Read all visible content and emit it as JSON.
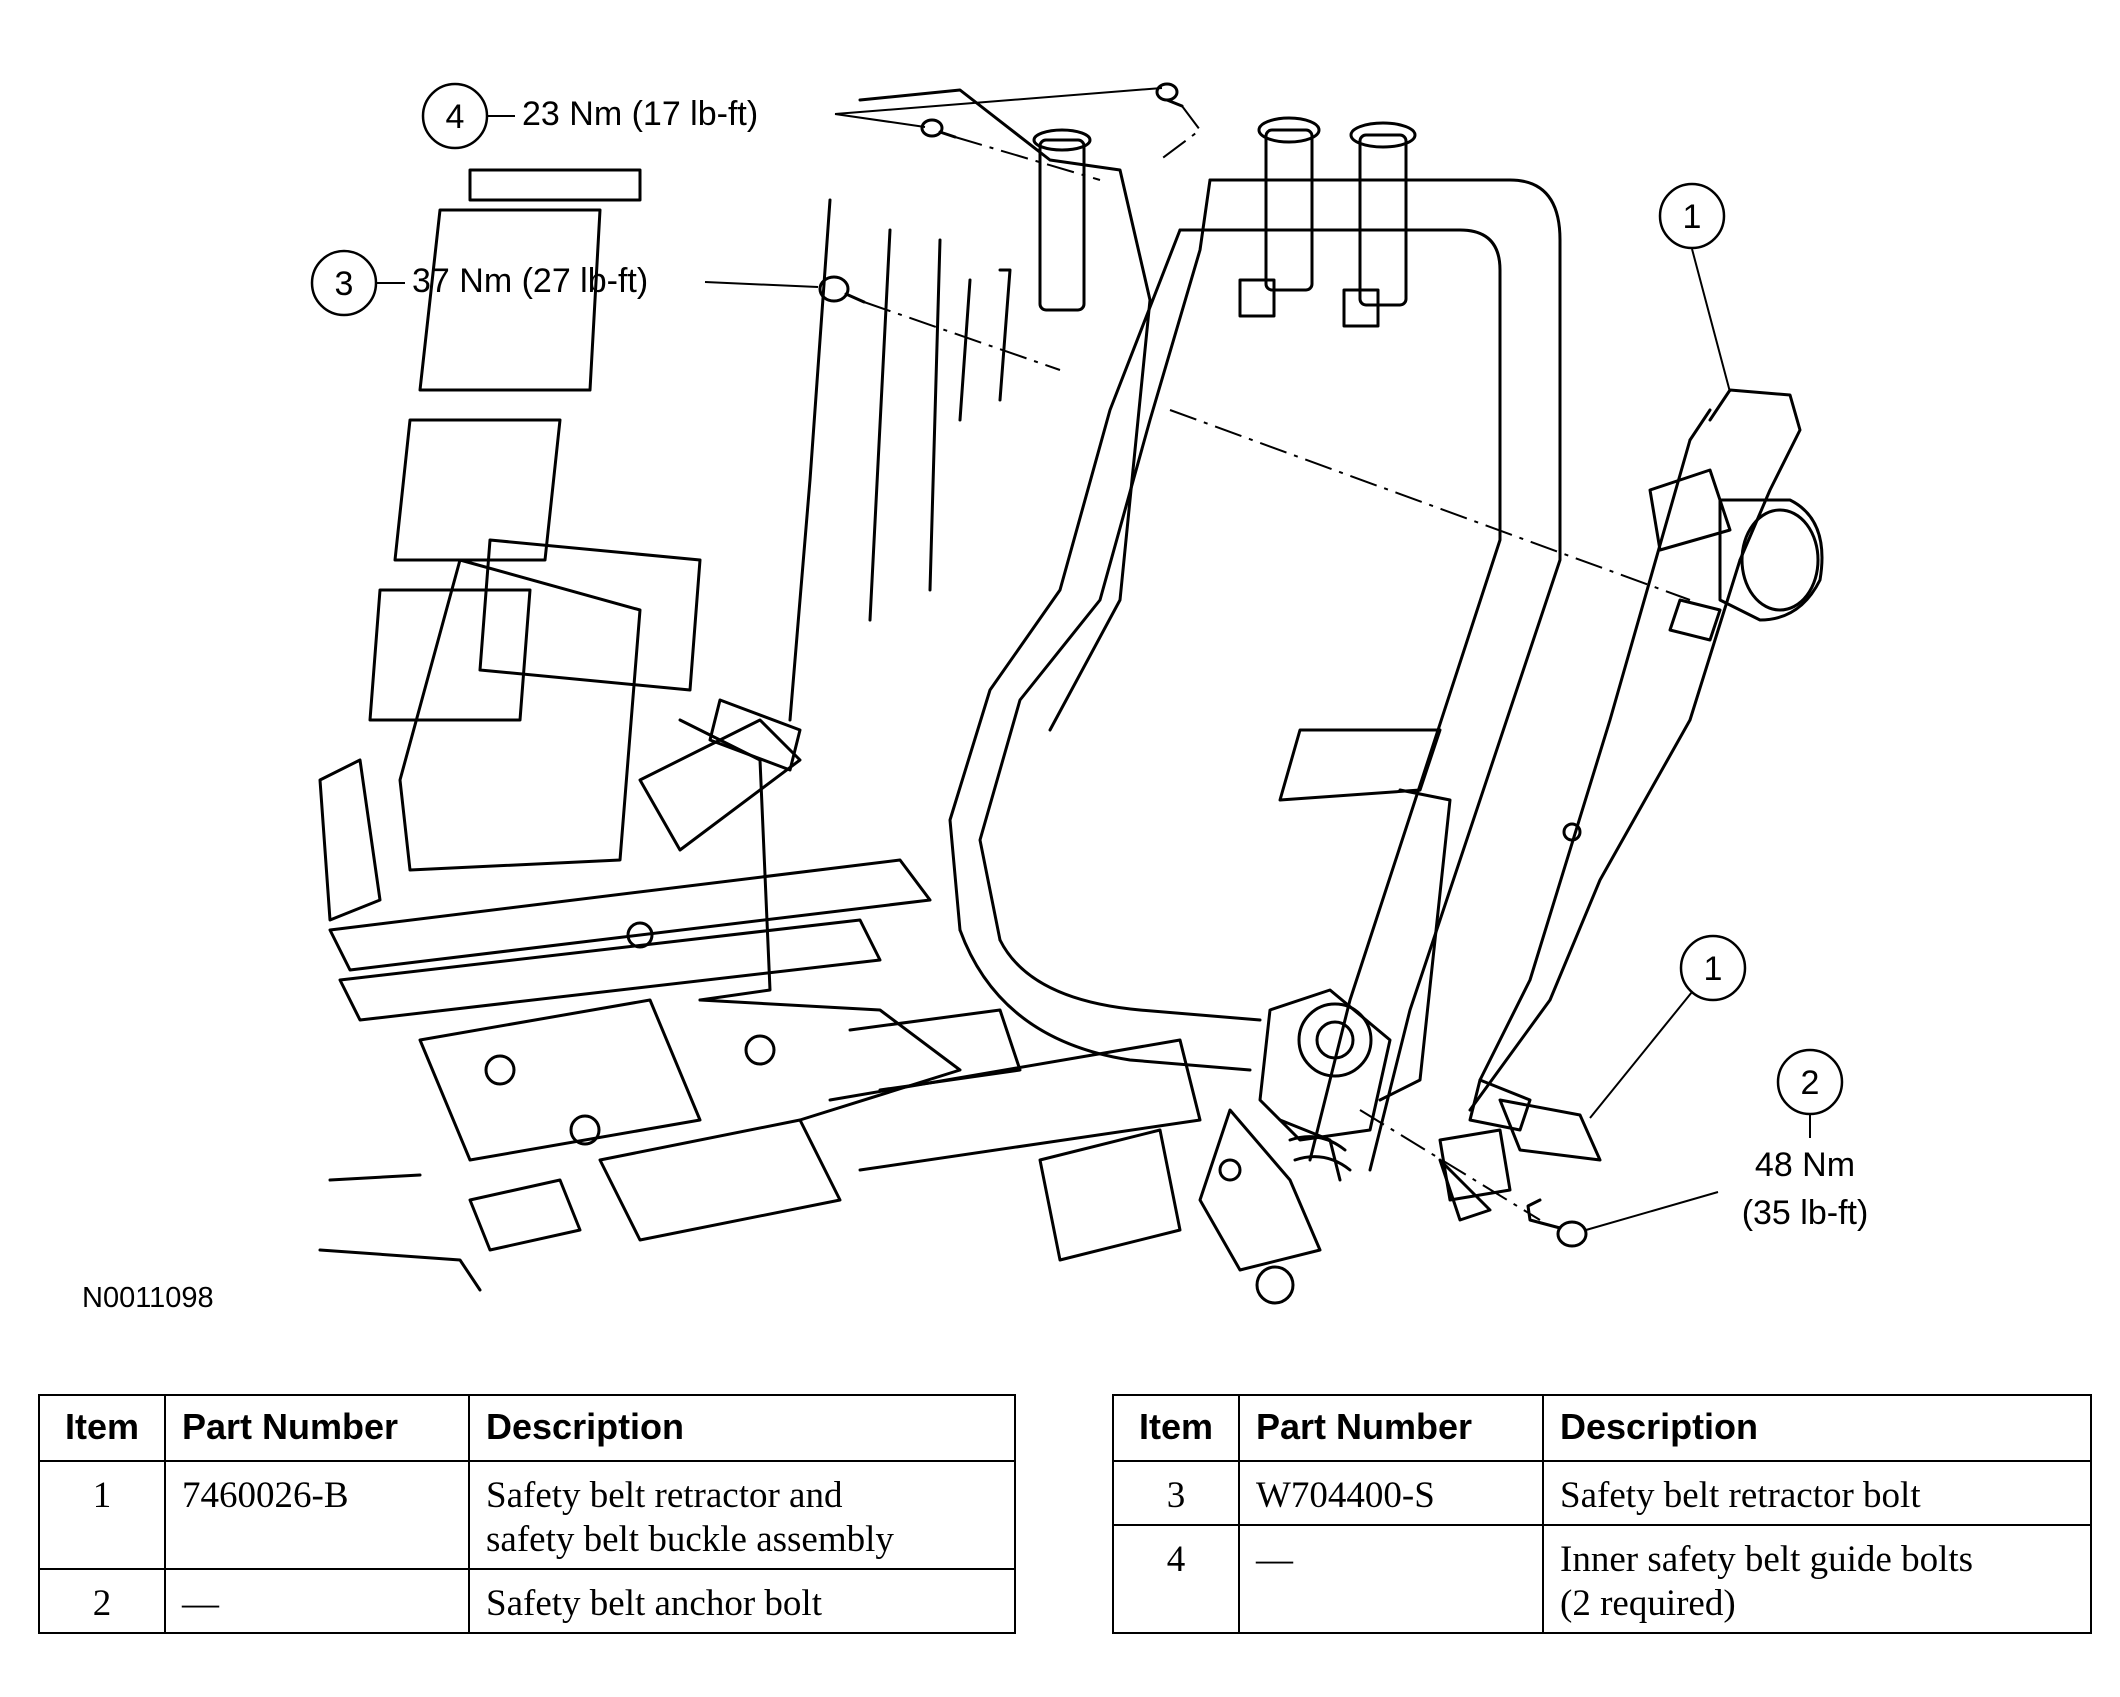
{
  "figure_id": "N0011098",
  "callouts": {
    "c4": {
      "number": "4",
      "torque": "23 Nm (17 lb-ft)"
    },
    "c3": {
      "number": "3",
      "torque": "37 Nm (27 lb-ft)"
    },
    "c1a": {
      "number": "1"
    },
    "c1b": {
      "number": "1"
    },
    "c2": {
      "number": "2",
      "torque_line1": "48 Nm",
      "torque_line2": "(35 lb-ft)"
    }
  },
  "tables": {
    "headers": {
      "item": "Item",
      "part_number": "Part Number",
      "description": "Description"
    },
    "left": [
      {
        "item": "1",
        "part_number": "7460026-B",
        "description_line1": "Safety belt retractor and",
        "description_line2": "safety belt buckle assembly"
      },
      {
        "item": "2",
        "part_number": "—",
        "description_line1": "Safety belt anchor bolt"
      }
    ],
    "right": [
      {
        "item": "3",
        "part_number": "W704400-S",
        "description_line1": "Safety belt retractor bolt"
      },
      {
        "item": "4",
        "part_number": "—",
        "description_line1": "Inner safety belt guide bolts",
        "description_line2": "(2 required)"
      }
    ]
  }
}
